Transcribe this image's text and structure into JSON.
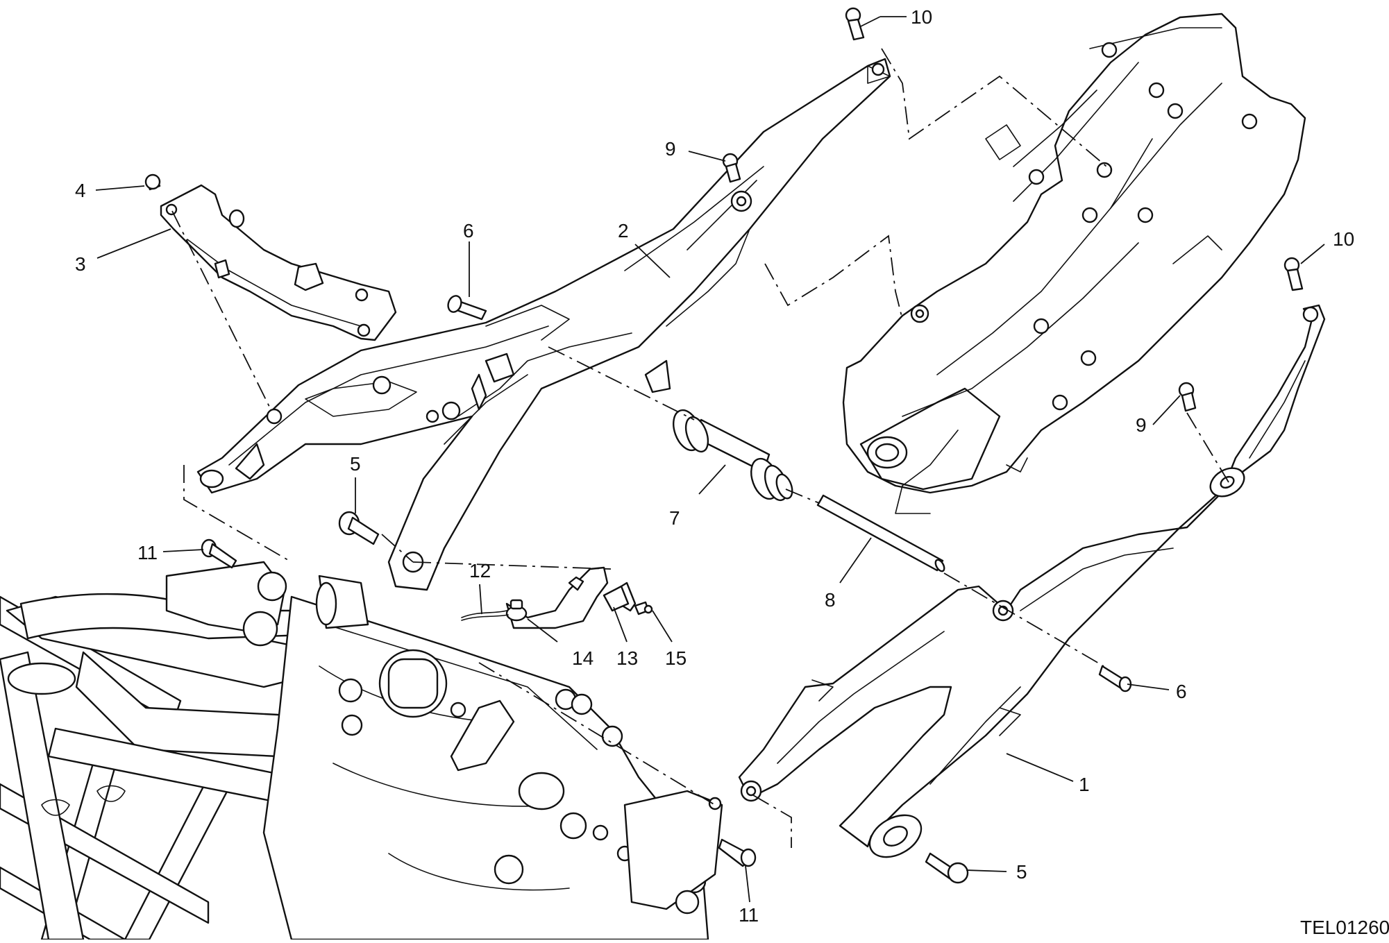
{
  "diagram": {
    "drawing_code": "TEL01260",
    "callouts": [
      {
        "id": "c1",
        "label": "1"
      },
      {
        "id": "c2",
        "label": "2"
      },
      {
        "id": "c3",
        "label": "3"
      },
      {
        "id": "c4",
        "label": "4"
      },
      {
        "id": "c5a",
        "label": "5"
      },
      {
        "id": "c5b",
        "label": "5"
      },
      {
        "id": "c6a",
        "label": "6"
      },
      {
        "id": "c6b",
        "label": "6"
      },
      {
        "id": "c7",
        "label": "7"
      },
      {
        "id": "c8",
        "label": "8"
      },
      {
        "id": "c9a",
        "label": "9"
      },
      {
        "id": "c9b",
        "label": "9"
      },
      {
        "id": "c10a",
        "label": "10"
      },
      {
        "id": "c10b",
        "label": "10"
      },
      {
        "id": "c11a",
        "label": "11"
      },
      {
        "id": "c11b",
        "label": "11"
      },
      {
        "id": "c12",
        "label": "12"
      },
      {
        "id": "c13",
        "label": "13"
      },
      {
        "id": "c14",
        "label": "14"
      },
      {
        "id": "c15",
        "label": "15"
      }
    ]
  },
  "colors": {
    "line": "#111111",
    "background": "#ffffff"
  }
}
